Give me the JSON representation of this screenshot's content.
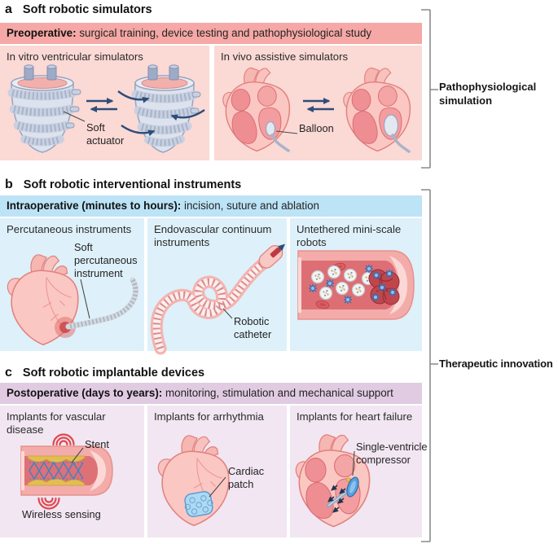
{
  "colors": {
    "panel-a-header": "#f5a8a5",
    "panel-a-bg": "#fbd9d5",
    "panel-b-header": "#bce3f6",
    "panel-b-bg": "#def0fa",
    "panel-c-header": "#e1cbe3",
    "panel-c-bg": "#f1e6f2",
    "arrow-navy": "#2e4d77",
    "leader-gray": "#4a4a4a",
    "bracket-gray": "#8a8a8a",
    "signal-red": "#e0484f",
    "device-blue": "#5b9bd5",
    "heart-pink": "#fbc7c3",
    "vessel-red": "#dd6f74"
  },
  "panel_a": {
    "letter": "a",
    "title": "Soft robotic simulators",
    "phase": {
      "bold": "Preoperative:",
      "rest": " surgical training, device testing and pathophysiological study"
    },
    "columns": {
      "col1": "In vitro ventricular simulators",
      "col2": "In vivo assistive simulators"
    },
    "annotations": {
      "soft_actuator": "Soft actuator",
      "balloon": "Balloon"
    }
  },
  "panel_b": {
    "letter": "b",
    "title": "Soft robotic interventional instruments",
    "phase": {
      "bold": "Intraoperative (minutes to hours):",
      "rest": " incision, suture and ablation"
    },
    "columns": {
      "col1": "Percutaneous instruments",
      "col2": "Endovascular continuum instruments",
      "col3": "Untethered mini-scale robots"
    },
    "annotations": {
      "soft_percutaneous_instrument": "Soft percutaneous instrument",
      "robotic_catheter": "Robotic catheter"
    }
  },
  "panel_c": {
    "letter": "c",
    "title": "Soft robotic implantable devices",
    "phase": {
      "bold": "Postoperative (days to years):",
      "rest": " monitoring, stimulation and mechanical support"
    },
    "columns": {
      "col1": "Implants for vascular disease",
      "col2": "Implants for arrhythmia",
      "col3": "Implants for heart failure"
    },
    "annotations": {
      "stent": "Stent",
      "wireless_sensing": "Wireless sensing",
      "cardiac_patch": "Cardiac patch",
      "single_ventricle_compressor": "Single-ventricle compressor"
    }
  },
  "side_labels": {
    "pathophysiological": "Pathophysiological simulation",
    "therapeutic": "Therapeutic innovation"
  }
}
